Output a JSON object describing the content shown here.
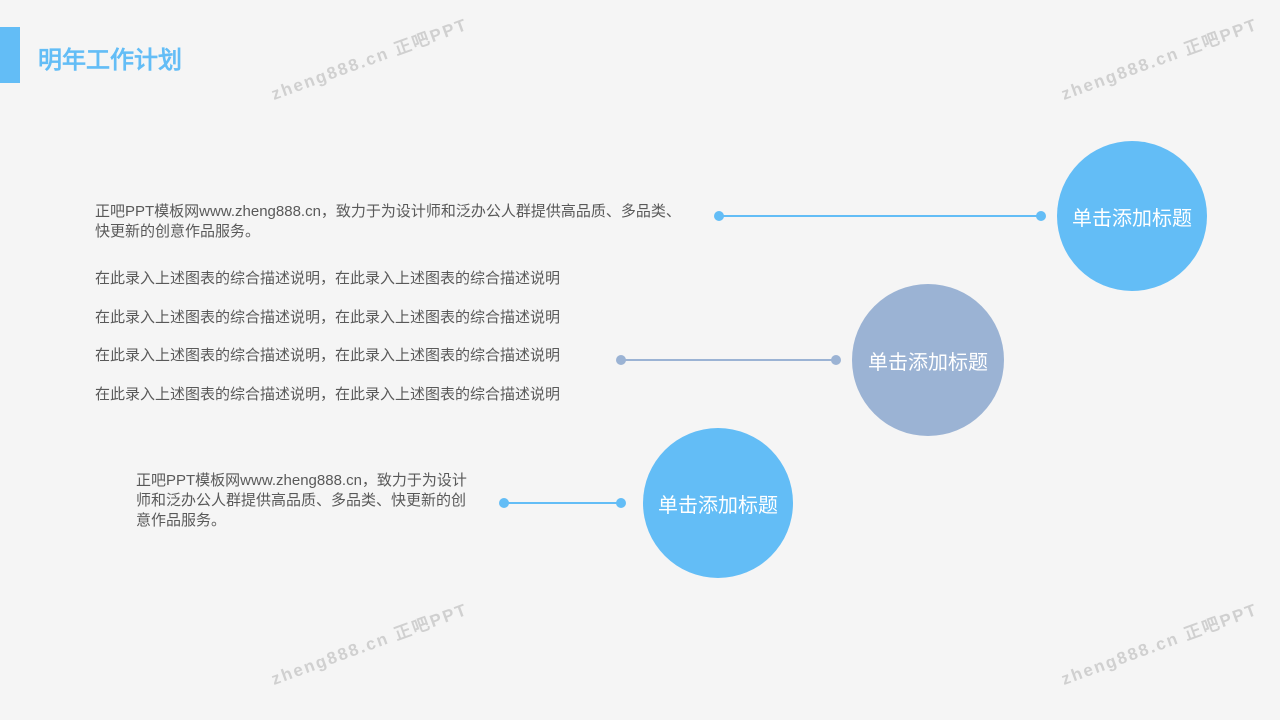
{
  "title": "明年工作计划",
  "watermark": "zheng888.cn 正吧PPT",
  "colors": {
    "blue": "#63bdf6",
    "gray_blue": "#9bb3d4"
  },
  "items": [
    {
      "circle_label": "单击添加标题",
      "text": "正吧PPT模板网www.zheng888.cn，致力于为设计师和泛办公人群提供高品质、多品类、快更新的创意作品服务。"
    },
    {
      "circle_label": "单击添加标题",
      "lines": [
        "在此录入上述图表的综合描述说明，在此录入上述图表的综合描述说明",
        "在此录入上述图表的综合描述说明，在此录入上述图表的综合描述说明",
        "在此录入上述图表的综合描述说明，在此录入上述图表的综合描述说明",
        "在此录入上述图表的综合描述说明，在此录入上述图表的综合描述说明"
      ]
    },
    {
      "circle_label": "单击添加标题",
      "text": "正吧PPT模板网www.zheng888.cn，致力于为设计师和泛办公人群提供高品质、多品类、快更新的创意作品服务。"
    }
  ]
}
